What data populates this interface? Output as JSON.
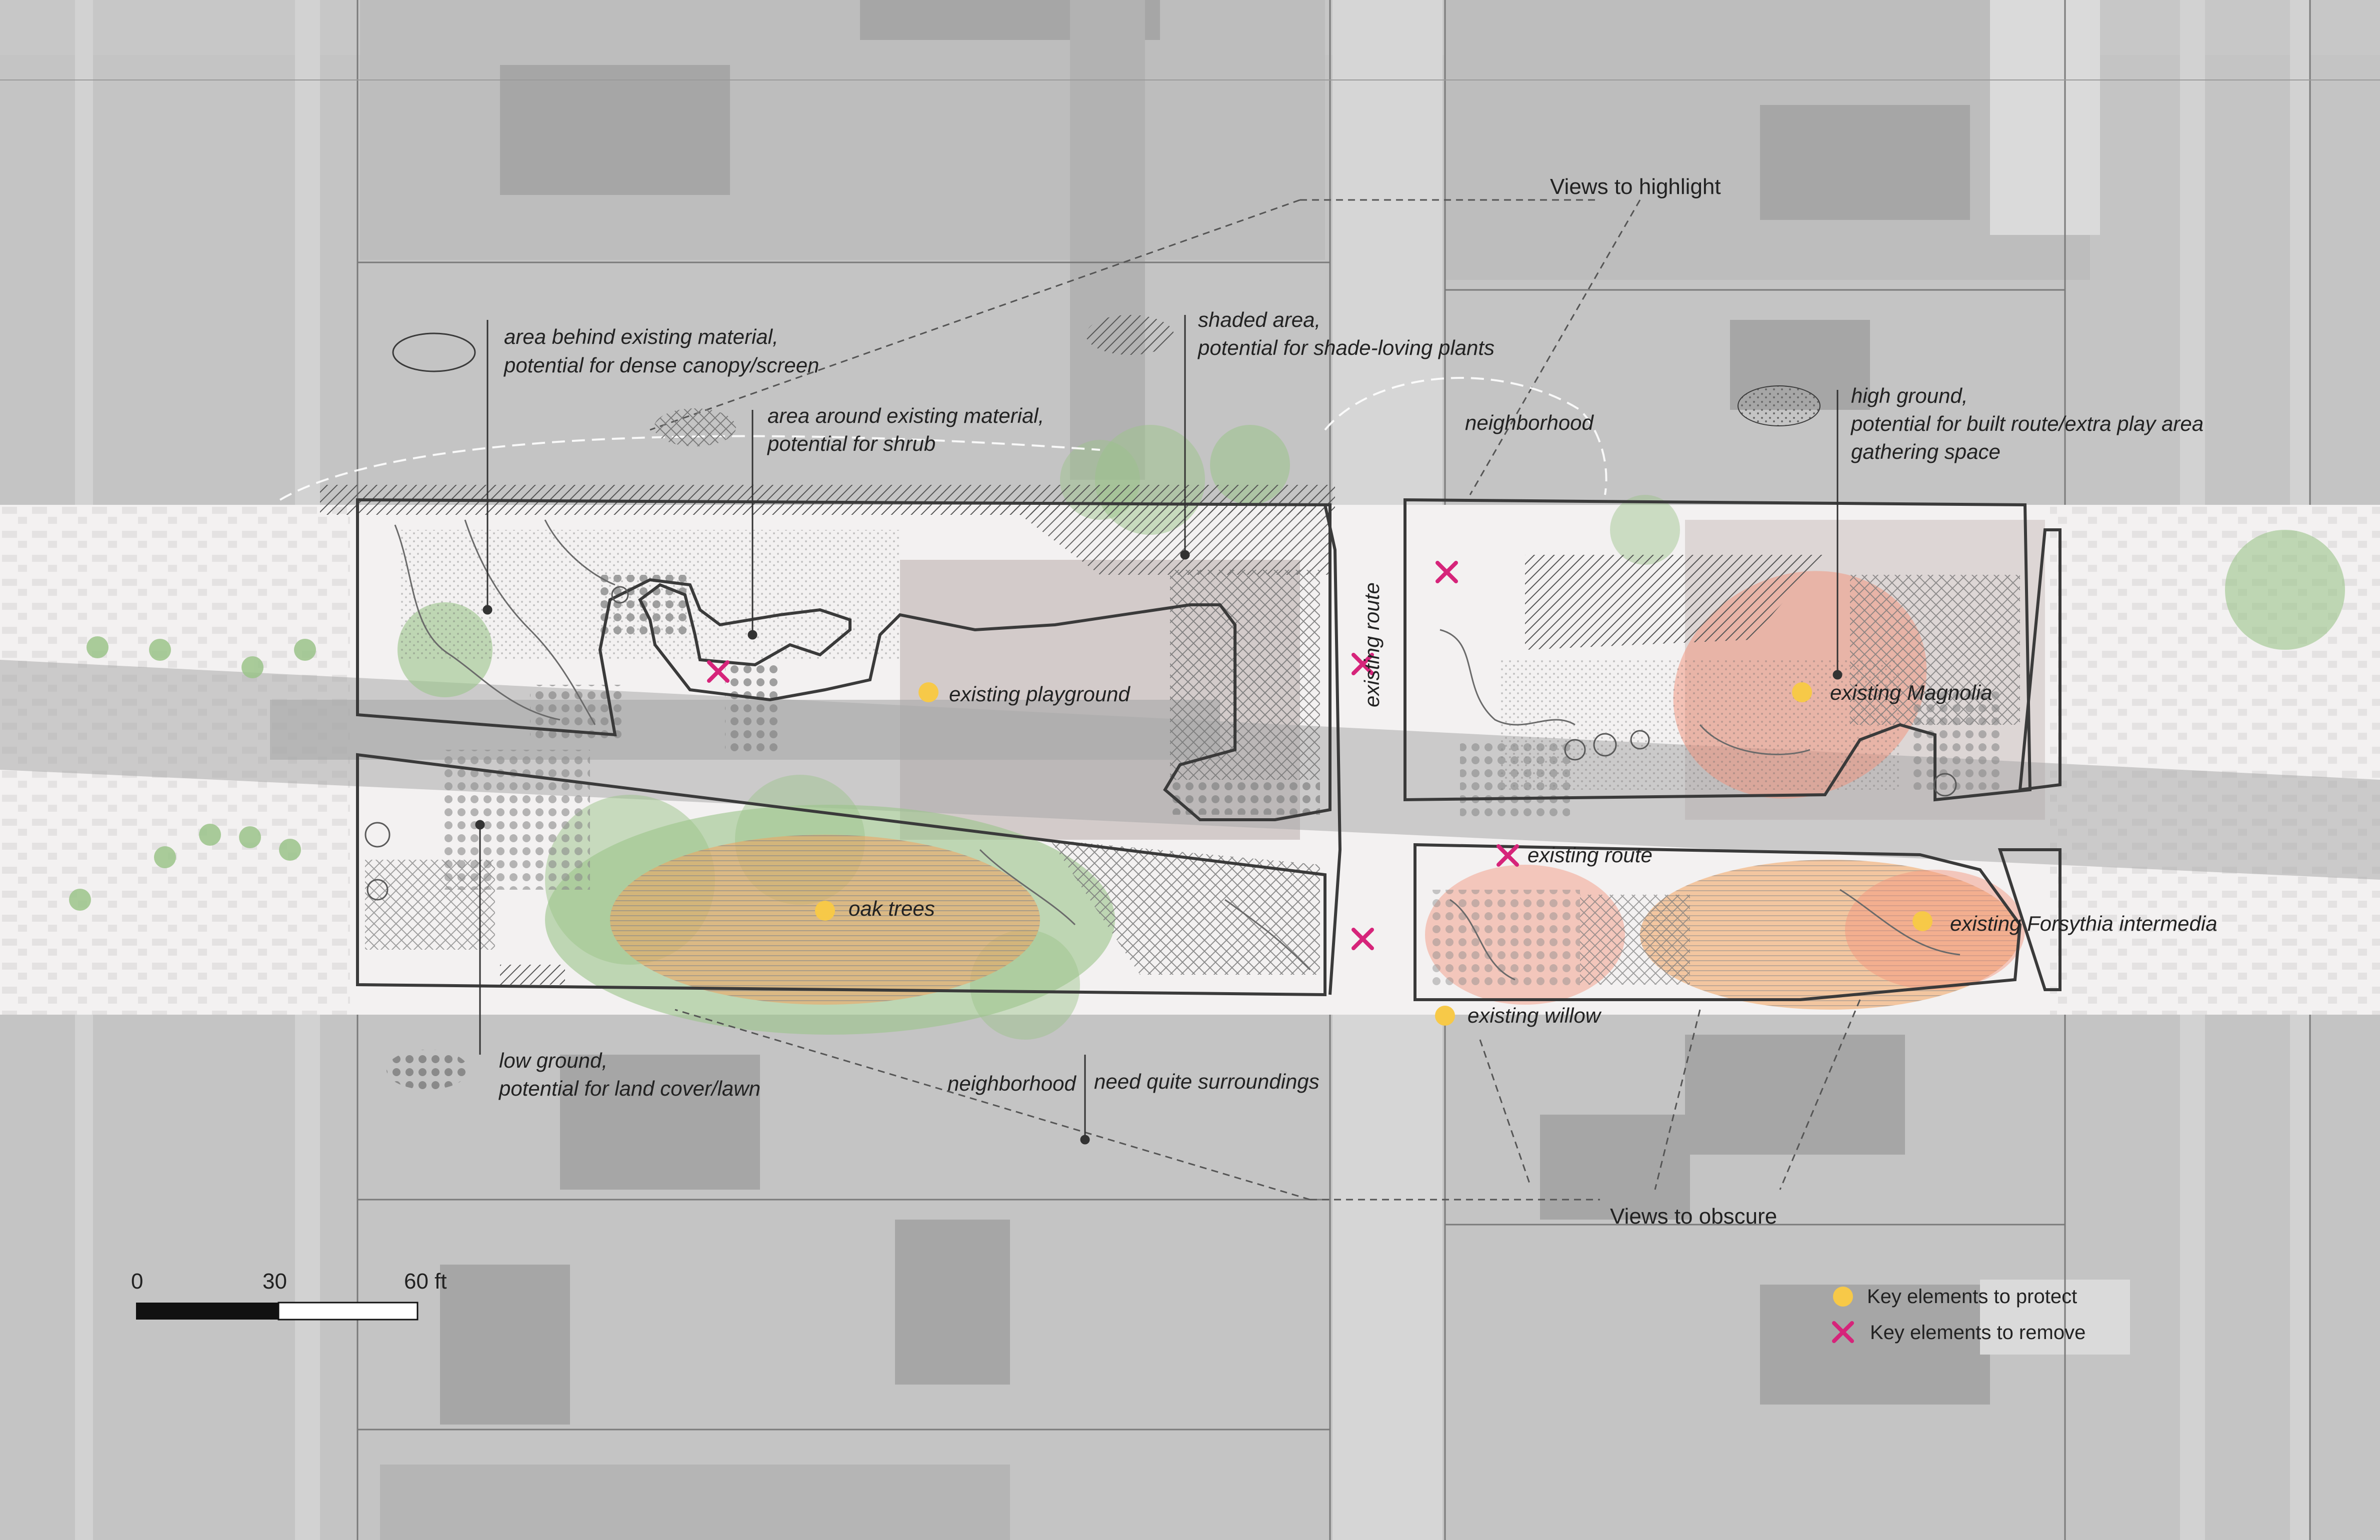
{
  "labels": {
    "views_highlight": "Views to highlight",
    "views_obscure": "Views to obscure",
    "dense_canopy": [
      "area behind existing material,",
      "potential for dense canopy/screen"
    ],
    "shrub": [
      "area around existing material,",
      "potential for shrub"
    ],
    "shade": [
      "shaded area,",
      "potential for shade-loving plants"
    ],
    "high_ground": [
      "high ground,",
      "potential for built route/extra play area",
      "gathering space"
    ],
    "low_ground": [
      "low ground,",
      "potential for land cover/lawn"
    ],
    "neighborhood_top": "neighborhood",
    "neighborhood_bottom": "neighborhood",
    "quiet": "need quite surroundings",
    "existing_route_vertical": "existing route",
    "existing_route_horizontal": "existing route",
    "playground": "existing playground",
    "oak_trees": "oak trees",
    "magnolia": "existing Magnolia",
    "forsythia": "existing Forsythia intermedia",
    "willow": "existing willow"
  },
  "scale_bar": {
    "ticks": [
      "0",
      "30",
      "60 ft"
    ]
  },
  "legend": {
    "protect": "Key elements to protect",
    "remove": "Key elements to remove"
  },
  "colors": {
    "protect": "#f7c948",
    "remove": "#d6247a",
    "vegetation": "#9bc48a",
    "orange_zone": "#f2a25c",
    "coral_zone": "#f3927a",
    "base_gray": "#c4c4c4",
    "building_gray": "#a6a6a6",
    "road_white": "#f4f2f2",
    "outline": "#3a3a3a"
  },
  "icons": {
    "protect": "yellow-dot-icon",
    "remove": "magenta-x-icon"
  }
}
